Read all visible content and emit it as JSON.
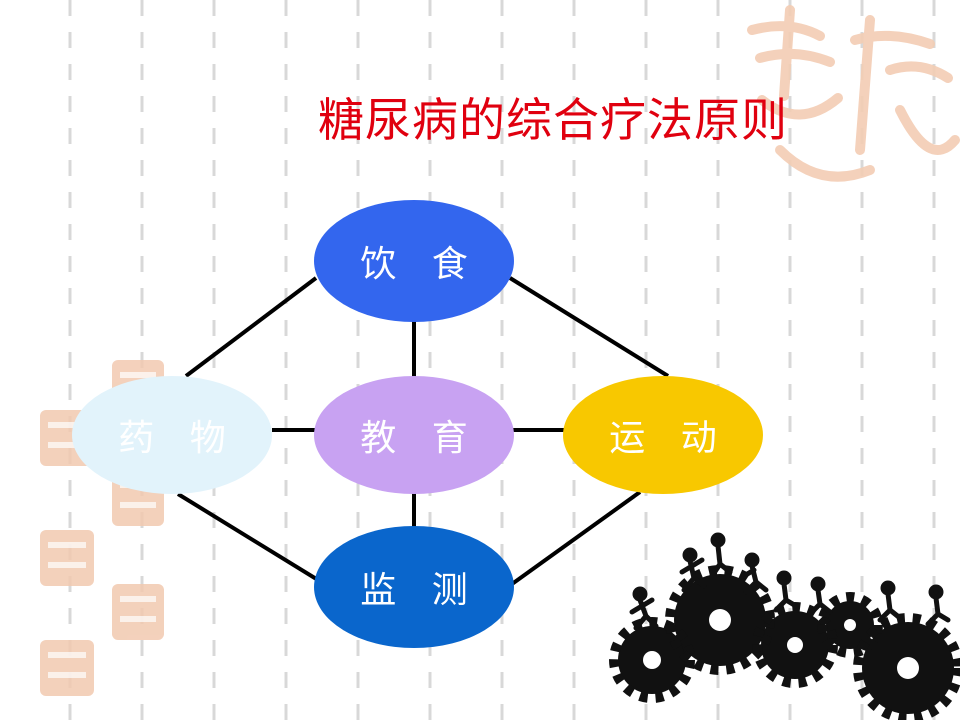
{
  "title": "糖尿病的综合疗法原则",
  "nodes": {
    "diet": "饮 食",
    "drug": "药 物",
    "education": "教 育",
    "sport": "运 动",
    "monitor": "监 测"
  },
  "colors": {
    "title": "#e0000f",
    "diet": "#3366ee",
    "drug": "#e2f3fb",
    "education": "#c8a2f2",
    "sport": "#f8c800",
    "monitor": "#0a66cc",
    "seal": "#f2c9b0",
    "gear": "#111111"
  },
  "icons": [
    "seal-stamp-icon",
    "gears-runners-icon"
  ]
}
